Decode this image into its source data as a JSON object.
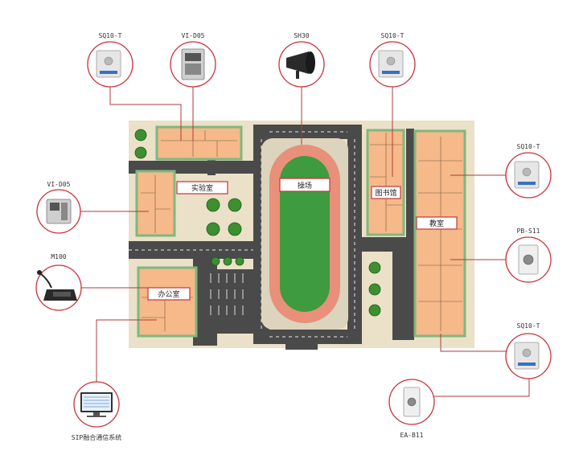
{
  "zones": {
    "lab": "实验室",
    "playground": "操场",
    "library": "图书馆",
    "classroom": "教室",
    "office": "办公室"
  },
  "devices": {
    "sq10t_top_left": "SQ10-T",
    "vid05_top": "VI-D05",
    "sh30": "SH30",
    "sq10t_top_right": "SQ10-T",
    "sq10t_right_upper": "SQ10-T",
    "pbs11": "PB-S11",
    "sq10t_right_lower": "SQ10-T",
    "eab11": "EA-B11",
    "vid05_left": "VI-D05",
    "m100": "M100",
    "sip_system": "SIP融合通信系统"
  },
  "colors": {
    "ground": "#eae1c8",
    "building": "#f5b98a",
    "building_edge": "#7fb77f",
    "road": "#4a4a4a",
    "track": "#e8907a",
    "field": "#3f9b3f",
    "ring": "#c9323a",
    "label_border": "#c9323a"
  }
}
